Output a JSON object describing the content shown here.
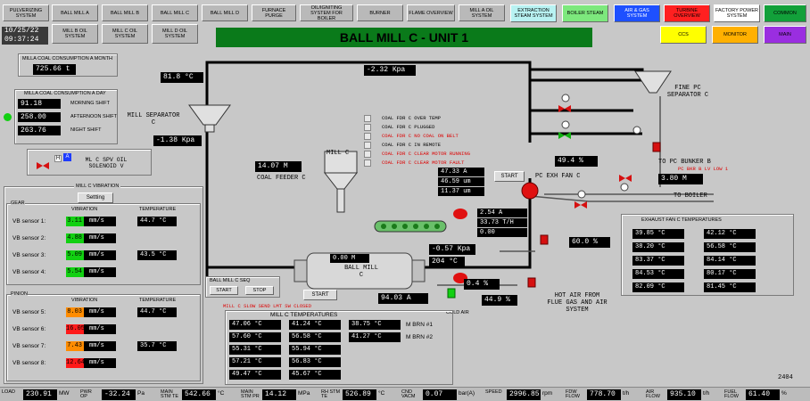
{
  "nav_row1": [
    "PULVERIZING SYSTEM",
    "BALL MILL A",
    "BALL MILL B",
    "BALL MILL C",
    "BALL MILL D",
    "FURNACE PURGE",
    "OIL/IGNITING SYSTEM FOR BOILER",
    "BURNER",
    "FLAME OVERVIEW",
    "MILL A OIL SYSTEM"
  ],
  "nav_row2": [
    "MILL B OIL SYSTEM",
    "MILL C OIL SYSTEM",
    "MILL D OIL SYSTEM"
  ],
  "nav_right": [
    "EXTRACTION STEAM SYSTEM",
    "BOILER STEAM",
    "AIR & GAS SYSTEM",
    "TURBINE OVERVIEW",
    "FACTORY POWER SYSTEM",
    "COMMON"
  ],
  "nav_right2": [
    "CCS",
    "MONITOR",
    "MAIN"
  ],
  "date": "10/25/22",
  "time": "09:37:24",
  "page_title": "BALL MILL C - UNIT 1",
  "consumption_month": {
    "label": "MILLA COAL CONSUMPTION A MONTH",
    "value": "725.66",
    "unit": "t"
  },
  "consumption_day": {
    "label": "MILLA COAL CONSUMPTION A DAY",
    "rows": [
      {
        "value": "91.18",
        "label": "MORNING SHIFT"
      },
      {
        "value": "258.00",
        "label": "AFTERNOON SHIFT"
      },
      {
        "value": "263.76",
        "label": "NIGHT SHIFT"
      }
    ]
  },
  "solenoid": {
    "label": "ML C SPV OIL SOLENOID V",
    "h": "H",
    "a": "A"
  },
  "vibration": {
    "title": "MILL C VIBRATION",
    "setting": "Settting",
    "gear": {
      "label": "GEAR",
      "col1": "VIBRATION",
      "col2": "TEMPERATURE",
      "rows": [
        {
          "name": "VB sensor 1:",
          "vib": "3.11",
          "unit": "mm/s",
          "temp": "44.7",
          "tu": "°C",
          "color": "#12d012"
        },
        {
          "name": "VB sensor 2:",
          "vib": "4.88",
          "unit": "mm/s",
          "temp": "",
          "tu": "",
          "color": "#12d012"
        },
        {
          "name": "VB sensor 3:",
          "vib": "5.09",
          "unit": "mm/s",
          "temp": "43.5",
          "tu": "°C",
          "color": "#12d012"
        },
        {
          "name": "VB sensor 4:",
          "vib": "5.54",
          "unit": "mm/s",
          "temp": "",
          "tu": "",
          "color": "#12d012"
        }
      ]
    },
    "pinion": {
      "label": "PINION",
      "col1": "VIBRATION",
      "col2": "TEMPERATURE",
      "rows": [
        {
          "name": "VB sensor 5:",
          "vib": "8.03",
          "unit": "mm/s",
          "temp": "44.7",
          "tu": "°C",
          "color": "#ff8c00"
        },
        {
          "name": "VB sensor 6:",
          "vib": "16.05",
          "unit": "mm/s",
          "temp": "",
          "tu": "",
          "color": "#ff1a1a"
        },
        {
          "name": "VB sensor 7:",
          "vib": "7.43",
          "unit": "mm/s",
          "temp": "35.7",
          "tu": "°C",
          "color": "#ff8c00"
        },
        {
          "name": "VB sensor 8:",
          "vib": "12.64",
          "unit": "mm/s",
          "temp": "",
          "tu": "",
          "color": "#ff1a1a"
        }
      ]
    }
  },
  "process": {
    "top_temp": "81.8",
    "top_temp_unit": "°C",
    "top_press": "-2.32",
    "top_press_unit": "Kpa",
    "separator": "MILL SEPARATOR C",
    "sep_press": "-1.38",
    "sep_press_unit": "Kpa",
    "mill_c": "MILL C",
    "feeder": "COAL FEEDER C",
    "feeder_val": "14.07",
    "feeder_unit": "M",
    "fine_pc": "FINE PC SEPARATOR C",
    "to_bunker": "TO PC BUNKER B",
    "bunker_alarm": "PC BKR B LV LOW 1",
    "bunker_val": "3.80",
    "bunker_unit": "M",
    "to_boiler": "TO BOILER",
    "exh_fan": "PC EXH FAN C",
    "start": "START",
    "exh_pct": "49.4",
    "pct": "%",
    "fan_val": "60.0",
    "alarms": [
      "COAL FDR C OVER TEMP",
      "COAL FDR C PLUGGED",
      "COAL FDR C NO COAL ON BELT",
      "COAL FDR C IN REMOTE",
      "COAL FDR C CLEAR MOTOR RUNNING",
      "COAL FDR C CLEAR MOTOR FAULT"
    ],
    "feeder_vals": [
      {
        "v": "47.33",
        "u": "A"
      },
      {
        "v": "46.59",
        "u": "um"
      },
      {
        "v": "11.37",
        "u": "um"
      }
    ],
    "motor_vals": [
      {
        "v": "2.54",
        "u": "A"
      },
      {
        "v": "33.73",
        "u": "T/H"
      },
      {
        "v": "0.00",
        "u": ""
      }
    ],
    "mill_press": "-0.57",
    "mill_press_unit": "Kpa",
    "mill_press2": "204",
    "mill_press2_unit": "°C",
    "ball_mill": "BALL MILL C",
    "bm_val": "0.00",
    "bm_unit": "M",
    "seq_label": "BALL MILL C SEQ",
    "seq_start": "START",
    "seq_stop": "STOP",
    "start2": "START",
    "mill_amp": "94.03",
    "mill_amp_unit": "A",
    "damper1": "0.4",
    "damper2": "44.9",
    "cold_air": "COLD AIR",
    "hot_air": "HOT AIR FROM FLUE GAS AND AIR SYSTEM",
    "slow_alarm": "MILL C SLOW SEND LMT SW CLOSED"
  },
  "mill_temps": {
    "title": "MILL C TEMPERATURES",
    "rows": [
      [
        "47.06",
        "41.24",
        "38.75",
        "M BRN #1"
      ],
      [
        "57.60",
        "56.58",
        "41.27",
        "M BRN #2"
      ],
      [
        "55.31",
        "55.94",
        "",
        ""
      ],
      [
        "57.21",
        "56.83",
        "",
        ""
      ],
      [
        "49.47",
        "45.67",
        "",
        ""
      ]
    ],
    "unit": "°C"
  },
  "exhaust_temps": {
    "title": "EXHAUST FAN C TEMPERATURES",
    "rows": [
      [
        "39.85",
        "42.12"
      ],
      [
        "38.20",
        "56.58"
      ],
      [
        "83.37",
        "84.14"
      ],
      [
        "84.53",
        "80.17"
      ],
      [
        "82.09",
        "81.45"
      ]
    ],
    "unit": "°C"
  },
  "page_code": "2404",
  "bottom": [
    {
      "label": "LOAD",
      "value": "230.91",
      "unit": "MW"
    },
    {
      "label": "PWR OP",
      "value": "-32.24",
      "unit": "Pa"
    },
    {
      "label": "MAIN STM TE",
      "value": "542.66",
      "unit": "°C"
    },
    {
      "label": "MAIN STM PR",
      "value": "14.12",
      "unit": "MPa"
    },
    {
      "label": "RH STM TE",
      "value": "526.89",
      "unit": "°C"
    },
    {
      "label": "CND VACM",
      "value": "0.07",
      "unit": "bar(A)"
    },
    {
      "label": "SPEED",
      "value": "2996.85",
      "unit": "rpm"
    },
    {
      "label": "FDW FLOW",
      "value": "778.70",
      "unit": "t/h"
    },
    {
      "label": "AIR FLOW",
      "value": "935.10",
      "unit": "t/h"
    },
    {
      "label": "FUEL FLOW",
      "value": "61.40",
      "unit": "%"
    }
  ]
}
